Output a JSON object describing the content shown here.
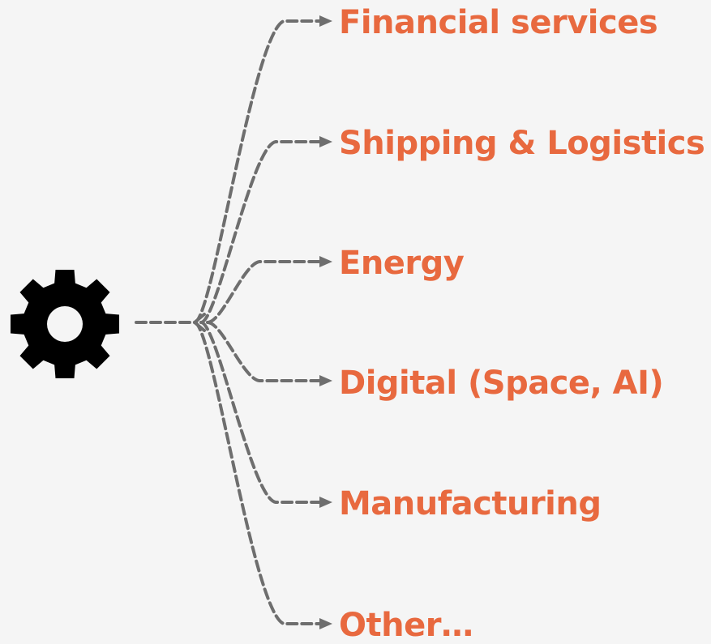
{
  "colors": {
    "label": "#e8693f",
    "connector": "#6e6e6e",
    "gear": "#000000",
    "background": "#f5f5f5"
  },
  "hub": {
    "icon": "gear-icon"
  },
  "branches": [
    {
      "label": "Financial services"
    },
    {
      "label": "Shipping & Logistics"
    },
    {
      "label": "Energy"
    },
    {
      "label": "Digital (Space, AI)"
    },
    {
      "label": "Manufacturing"
    },
    {
      "label": "Other…"
    }
  ]
}
